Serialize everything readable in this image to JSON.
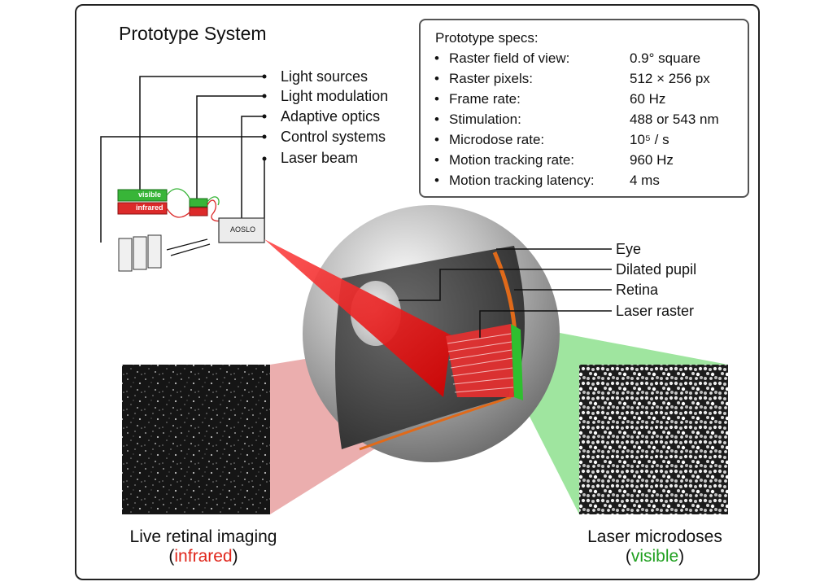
{
  "title": "Prototype System",
  "components": [
    "Light sources",
    "Light modulation",
    "Adaptive optics",
    "Control systems",
    "Laser beam"
  ],
  "device_labels": {
    "visible": "visible",
    "infrared": "infrared",
    "aoslo": "AOSLO"
  },
  "specs": {
    "heading": "Prototype specs:",
    "rows": [
      {
        "label": "Raster field of view:",
        "value": "0.9° square"
      },
      {
        "label": "Raster pixels:",
        "value": "512 × 256 px"
      },
      {
        "label": "Frame rate:",
        "value": "60 Hz"
      },
      {
        "label": "Stimulation:",
        "value": "488 or 543 nm"
      },
      {
        "label": "Microdose rate:",
        "value": "10⁵ / s"
      },
      {
        "label": "Motion tracking rate:",
        "value": "960 Hz"
      },
      {
        "label": "Motion tracking latency:",
        "value": "4 ms"
      }
    ]
  },
  "eye_labels": [
    "Eye",
    "Dilated pupil",
    "Retina",
    "Laser raster"
  ],
  "captions": {
    "left": {
      "line1": "Live retinal imaging",
      "line2": "infrared"
    },
    "right": {
      "line1": "Laser microdoses",
      "line2": "visible"
    }
  },
  "colors": {
    "infrared": "#e0261b",
    "visible": "#20a020"
  }
}
